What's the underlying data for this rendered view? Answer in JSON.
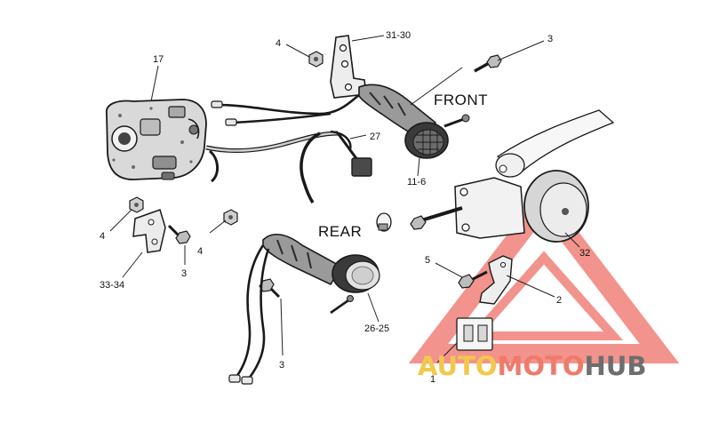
{
  "labels": {
    "front": "FRONT",
    "rear": "REAR",
    "p4a": "4",
    "p31_30": "31-30",
    "p3a": "3",
    "p17": "17",
    "p27": "27",
    "p11_6": "11-6",
    "p4b": "4",
    "p3b": "3",
    "p33_34": "33-34",
    "p4c": "4",
    "p3c": "3",
    "p26_25": "26-25",
    "p5": "5",
    "p2": "2",
    "p32": "32",
    "p1": "1"
  },
  "watermark": {
    "auto": "AUTO",
    "moto": "MOTO",
    "hub": "HUB",
    "colors": {
      "auto": "#f2c84b",
      "moto": "#f07a6a",
      "hub": "#6e6e6e",
      "triangle": "#ee6a62"
    }
  },
  "colors": {
    "ink": "#1a1a1a",
    "background": "#ffffff"
  }
}
